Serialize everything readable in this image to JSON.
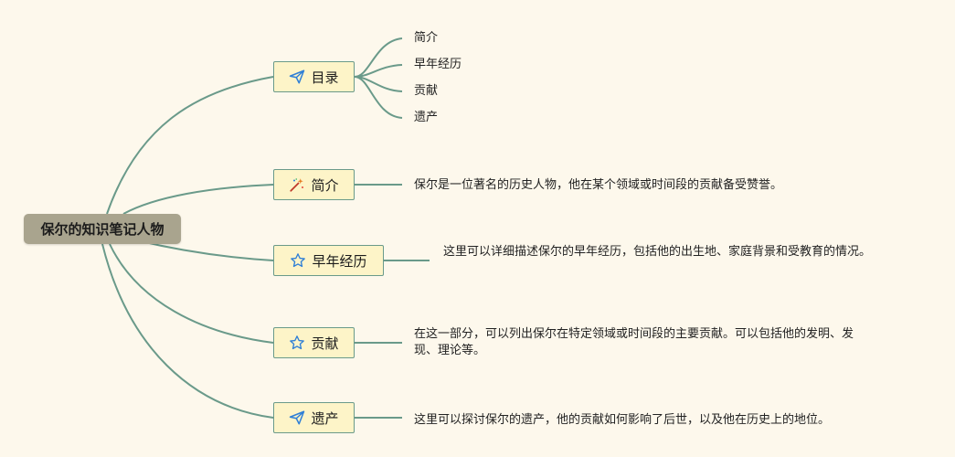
{
  "root": {
    "label": "保尔的知识笔记人物"
  },
  "branches": [
    {
      "id": "toc",
      "label": "目录",
      "icon": "paper-plane-icon"
    },
    {
      "id": "intro",
      "label": "简介",
      "icon": "magic-wand-icon"
    },
    {
      "id": "early",
      "label": "早年经历",
      "icon": "star-icon"
    },
    {
      "id": "contrib",
      "label": "贡献",
      "icon": "star-icon"
    },
    {
      "id": "legacy",
      "label": "遗产",
      "icon": "paper-plane-icon"
    }
  ],
  "toc_items": [
    "简介",
    "早年经历",
    "贡献",
    "遗产"
  ],
  "descriptions": {
    "intro": "保尔是一位著名的历史人物，他在某个领域或时间段的贡献备受赞誉。",
    "early": "这里可以详细描述保尔的早年经历，包括他的出生地、家庭背景和受教育的情况。",
    "contrib": "在这一部分，可以列出保尔在特定领域或时间段的主要贡献。可以包括他的发明、发现、理论等。",
    "legacy": "这里可以探讨保尔的遗产，他的贡献如何影响了后世，以及他在历史上的地位。"
  },
  "colors": {
    "background": "#fdf8ec",
    "line": "#6a9a8a",
    "branch_fill": "#fdf4c8",
    "root_fill": "#a9a48e",
    "icon_blue": "#2f7fd6"
  }
}
